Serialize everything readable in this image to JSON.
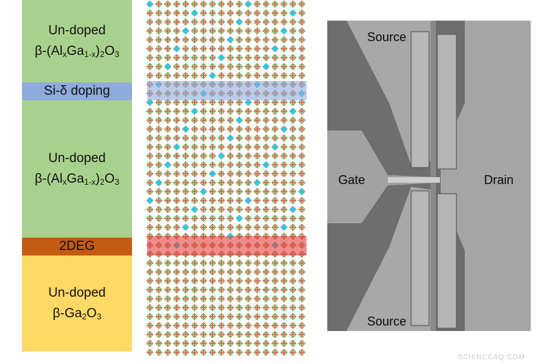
{
  "layers": {
    "top": {
      "line1": "Un-doped",
      "pre": "β-(Al",
      "s1": "x",
      "mid": "Ga",
      "s2": "1-x",
      "mid2": ")",
      "s3": "2",
      "end": "O",
      "s4": "3"
    },
    "delta": {
      "label": "Si-δ doping"
    },
    "middle": {
      "line1": "Un-doped",
      "pre": "β-(Al",
      "s1": "x",
      "mid": "Ga",
      "s2": "1-x",
      "mid2": ")",
      "s3": "2",
      "end": "O",
      "s4": "3"
    },
    "twodeg": {
      "label": "2DEG"
    },
    "bottom": {
      "line1": "Un-doped",
      "pre": "β-Ga",
      "s1": "2",
      "end": "O",
      "s2": "3"
    }
  },
  "sem": {
    "source_top": "Source",
    "gate": "Gate",
    "drain": "Drain",
    "source_bottom": "Source"
  },
  "watermark": "SCIENCEAQ.COM",
  "colors": {
    "undoped_alga": "#a9d18e",
    "si_delta": "#8faadc",
    "twodeg": "#c55a11",
    "ga2o3": "#ffd966",
    "atom_green": "#70ad47",
    "atom_red": "#e02020",
    "atom_cyan": "#33c8d8"
  }
}
